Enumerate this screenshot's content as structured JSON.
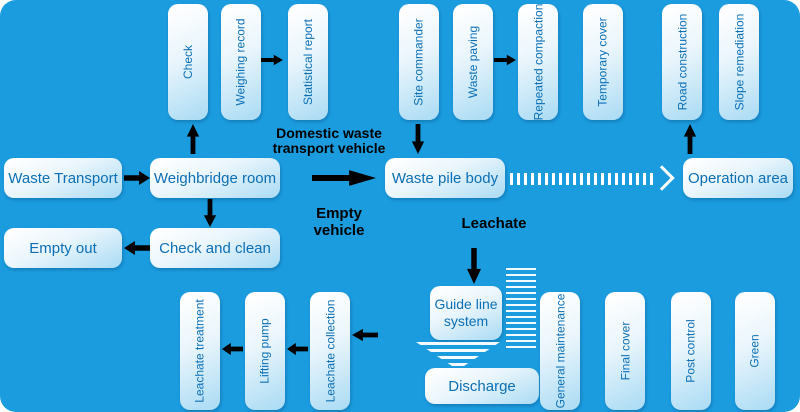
{
  "palette": {
    "background": "#1b9cdf",
    "box_text": "#0c6fb5",
    "box_gradient_top": "#ffffff",
    "box_gradient_bottom": "#a9dbf4",
    "black_arrow": "#000000",
    "white_arrow": "#ffffff"
  },
  "top_row": [
    "Check",
    "Weighing record",
    "Statistical report",
    "Site commander",
    "Waste paving",
    "Repeated compaction",
    "Temporary cover",
    "Road construction",
    "Slope remediation"
  ],
  "middle_row": {
    "waste_transport": "Waste Transport",
    "weighbridge_room": "Weighbridge room",
    "waste_pile_body": "Waste pile body",
    "operation_area": "Operation area"
  },
  "return_row": {
    "empty_out": "Empty out",
    "check_and_clean": "Check and clean"
  },
  "flow_labels": {
    "inbound": "Domestic waste transport vehicle",
    "outbound": "Empty vehicle",
    "downflow": "Leachate"
  },
  "center_bottom": {
    "guide_line_system": "Guide line system",
    "discharge": "Discharge"
  },
  "bottom_left_row": [
    "Leachate treatment",
    "Lifting pump",
    "Leachate collection"
  ],
  "bottom_right_row": [
    "General maintenance",
    "Final cover",
    "Post control",
    "Green"
  ]
}
